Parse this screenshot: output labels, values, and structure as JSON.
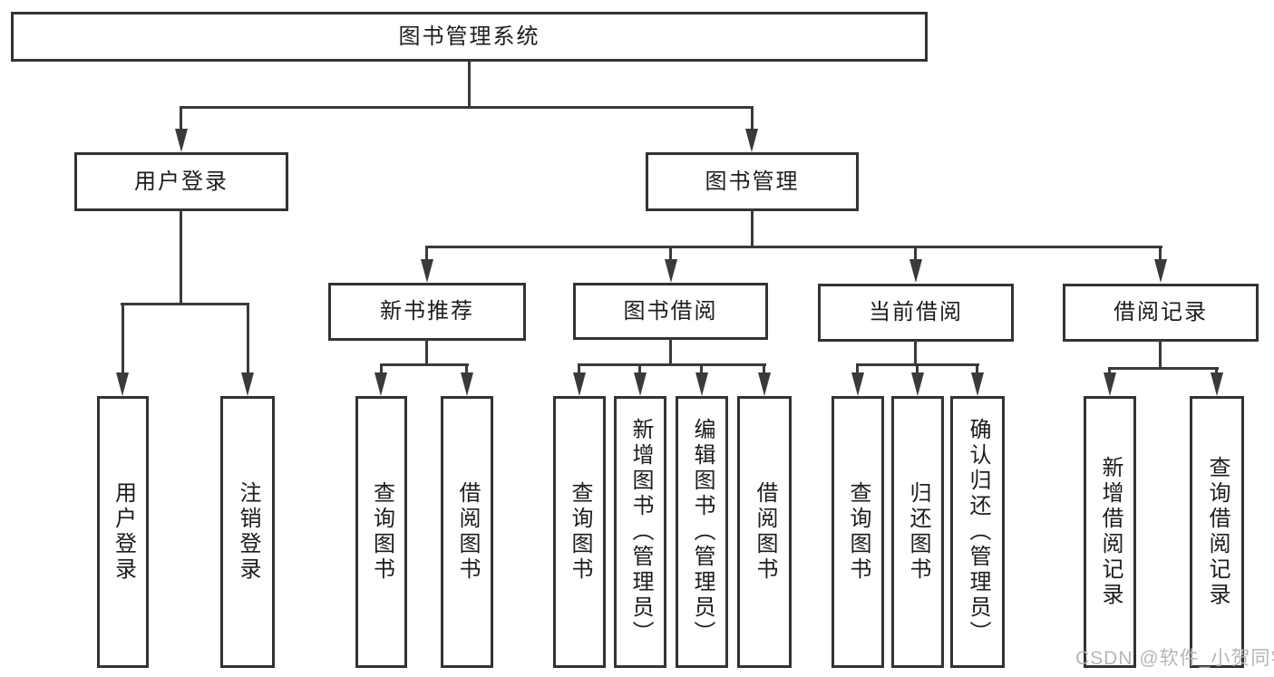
{
  "diagram_title": "图书管理系统",
  "tree": {
    "root": {
      "label": "图书管理系统",
      "children": [
        {
          "label": "用户登录",
          "children": [
            {
              "label": "用户登录"
            },
            {
              "label": "注销登录"
            }
          ]
        },
        {
          "label": "图书管理",
          "children": [
            {
              "label": "新书推荐",
              "children": [
                {
                  "label": "查询图书"
                },
                {
                  "label": "借阅图书"
                }
              ]
            },
            {
              "label": "图书借阅",
              "children": [
                {
                  "label": "查询图书"
                },
                {
                  "label": "新增图书（管理员）"
                },
                {
                  "label": "编辑图书（管理员）"
                },
                {
                  "label": "借阅图书"
                }
              ]
            },
            {
              "label": "当前借阅",
              "children": [
                {
                  "label": "查询图书"
                },
                {
                  "label": "归还图书"
                },
                {
                  "label": "确认归还（管理员）"
                }
              ]
            },
            {
              "label": "借阅记录",
              "children": [
                {
                  "label": "新增借阅记录"
                },
                {
                  "label": "查询借阅记录"
                }
              ]
            }
          ]
        }
      ]
    }
  },
  "watermark": {
    "text": "CSDN @软件_小贺同学"
  },
  "colors": {
    "line": "#3a3a3a",
    "box_border": "#333333",
    "text": "#1c1c1c",
    "watermark": "#b3b3b3",
    "background": "#ffffff"
  }
}
